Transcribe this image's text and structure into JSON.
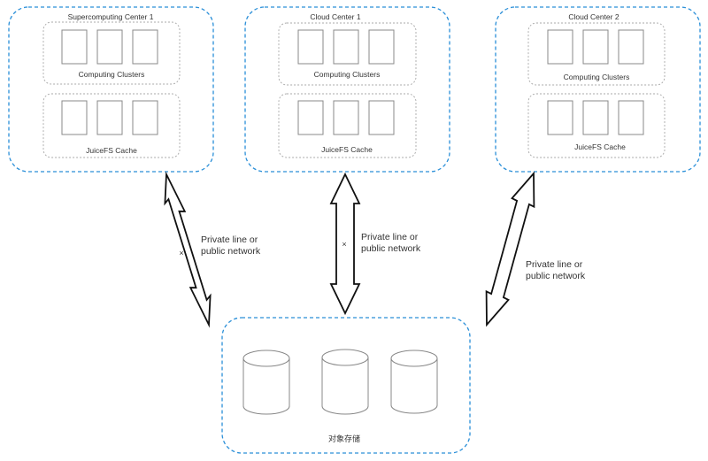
{
  "centers": [
    {
      "title": "Supercomputing Center 1",
      "clusters_label": "Computing Clusters",
      "cache_label": "JuiceFS Cache"
    },
    {
      "title": "Cloud Center 1",
      "clusters_label": "Computing Clusters",
      "cache_label": "JuiceFS Cache"
    },
    {
      "title": "Cloud Center 2",
      "clusters_label": "Computing Clusters",
      "cache_label": "JuiceFS Cache"
    }
  ],
  "links": [
    {
      "label_line1": "Private line or",
      "label_line2": "public network",
      "mark": "×"
    },
    {
      "label_line1": "Private line or",
      "label_line2": "public network",
      "mark": "×"
    },
    {
      "label_line1": "Private line or",
      "label_line2": "public network"
    }
  ],
  "storage": {
    "label": "对象存储"
  },
  "colors": {
    "outer_border": "#2a8fd8",
    "inner_border": "#a8a8a8",
    "stroke": "#888888",
    "arrow": "#111111"
  }
}
